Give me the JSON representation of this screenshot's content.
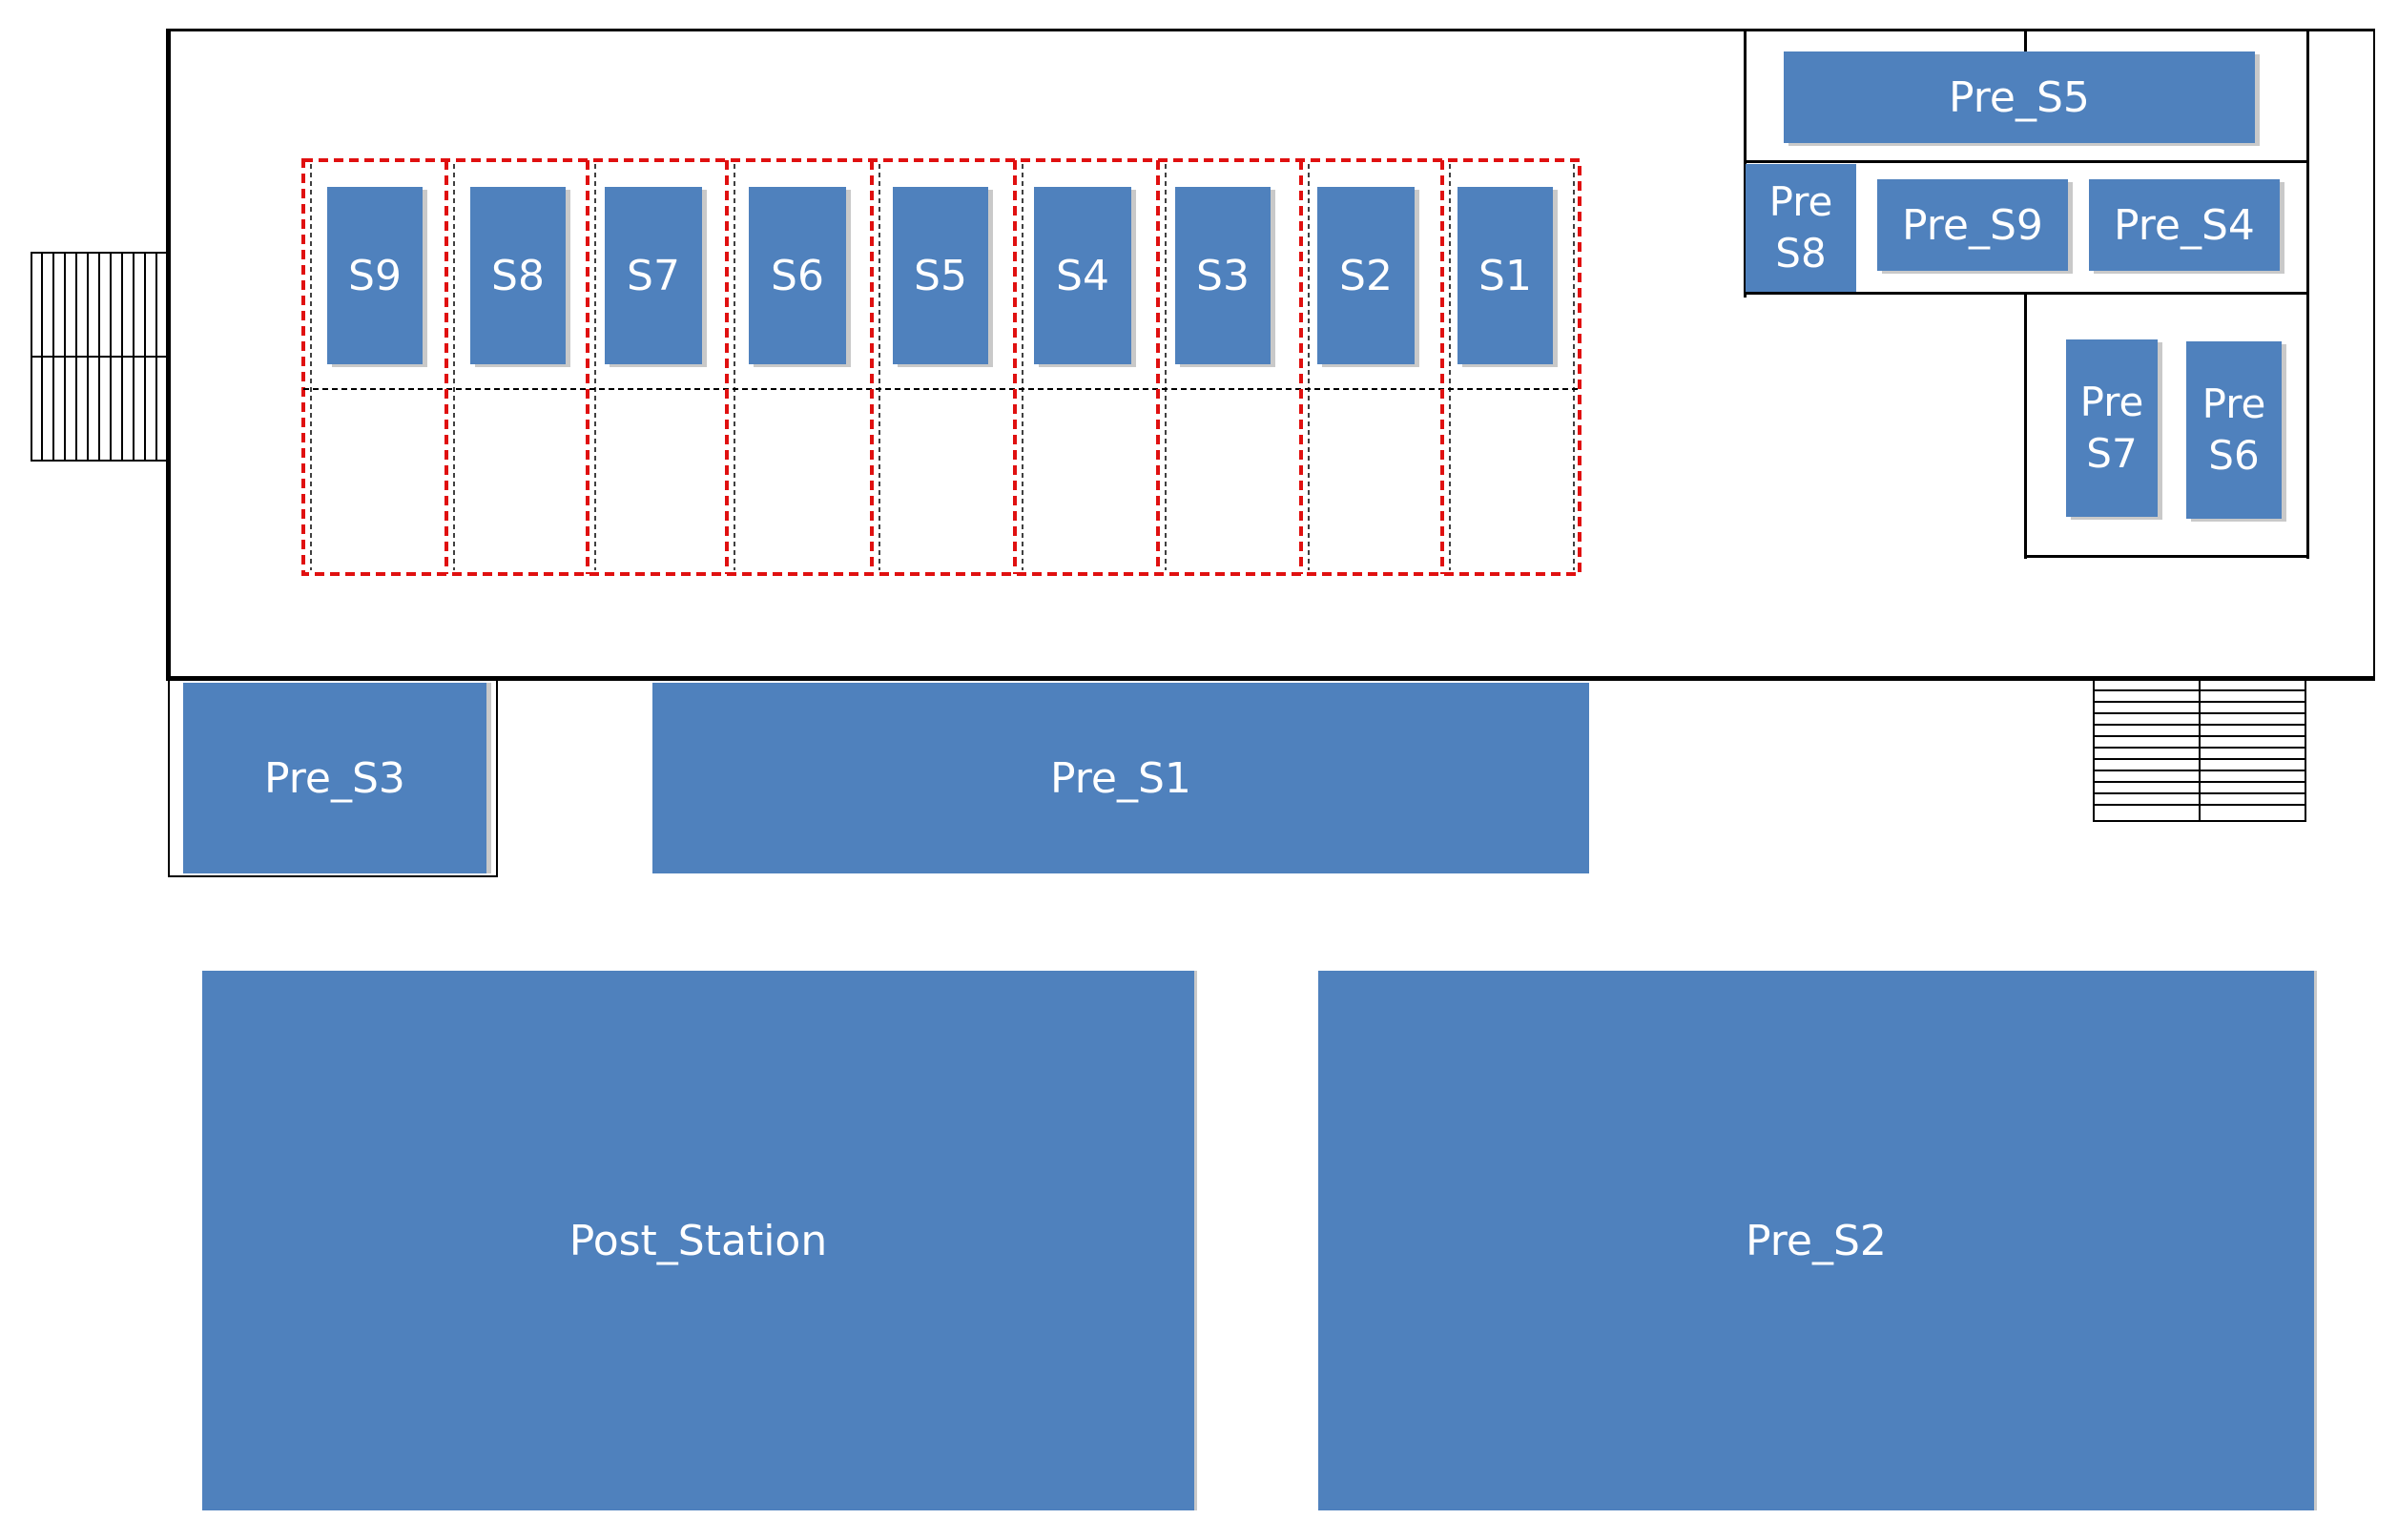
{
  "colors": {
    "station_fill": "#4f81bd",
    "station_text": "#ffffff",
    "bay_dash": "#e01010",
    "outline": "#000000"
  },
  "stations": [
    "S9",
    "S8",
    "S7",
    "S6",
    "S5",
    "S4",
    "S3",
    "S2",
    "S1"
  ],
  "pre_areas": {
    "s5": "Pre_S5",
    "s8": "Pre\nS8",
    "s9": "Pre_S9",
    "s4": "Pre_S4",
    "s7": "Pre\nS7",
    "s6": "Pre\nS6",
    "s3": "Pre_S3",
    "s1": "Pre_S1",
    "s2": "Pre_S2"
  },
  "post_station": "Post_Station"
}
